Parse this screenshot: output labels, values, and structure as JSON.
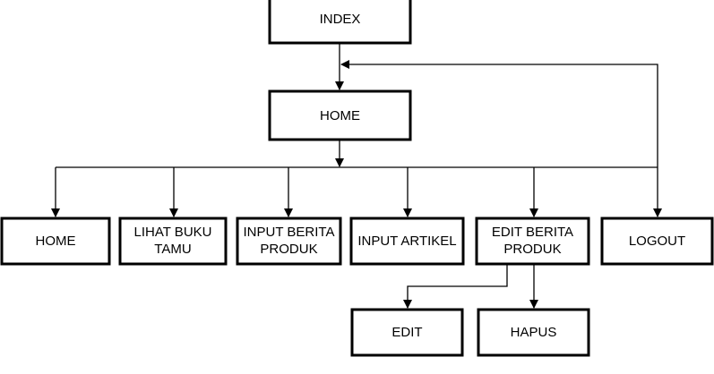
{
  "diagram": {
    "nodes": {
      "index": "INDEX",
      "home_main": "HOME",
      "home": "HOME",
      "lihat_buku_tamu": [
        "LIHAT BUKU",
        "TAMU"
      ],
      "input_berita_produk": [
        "INPUT BERITA",
        "PRODUK"
      ],
      "input_artikel": "INPUT ARTIKEL",
      "edit_berita_produk": [
        "EDIT BERITA",
        "PRODUK"
      ],
      "logout": "LOGOUT",
      "edit": "EDIT",
      "hapus": "HAPUS"
    },
    "colors": {
      "line": "#000000",
      "box_fill": "#ffffff",
      "text": "#000000"
    }
  }
}
